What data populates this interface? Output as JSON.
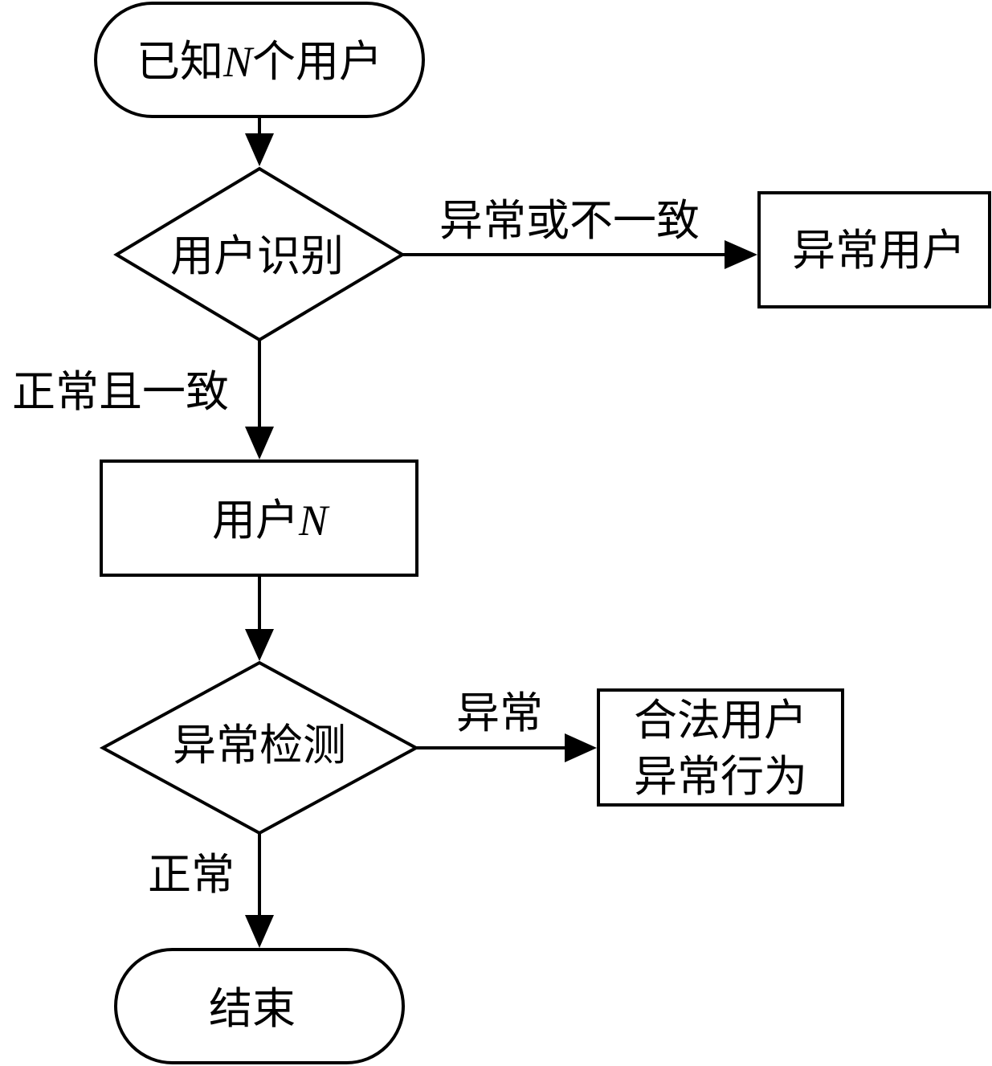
{
  "nodes": {
    "start": {
      "prefix": "已知",
      "var": "N",
      "suffix": "个用户"
    },
    "identify": {
      "label": "用户识别"
    },
    "abnormal_user": {
      "label": "异常用户"
    },
    "user_n": {
      "prefix": "用户",
      "var": "N"
    },
    "detect": {
      "label": "异常检测"
    },
    "legit_abnormal": {
      "line1": "合法用户",
      "line2": "异常行为"
    },
    "end": {
      "label": "结束"
    }
  },
  "edges": {
    "identify_to_abnormal": {
      "label": "异常或不一致"
    },
    "identify_to_user_n": {
      "label": "正常且一致"
    },
    "detect_to_legit": {
      "label": "异常"
    },
    "detect_to_end": {
      "label": "正常"
    }
  }
}
